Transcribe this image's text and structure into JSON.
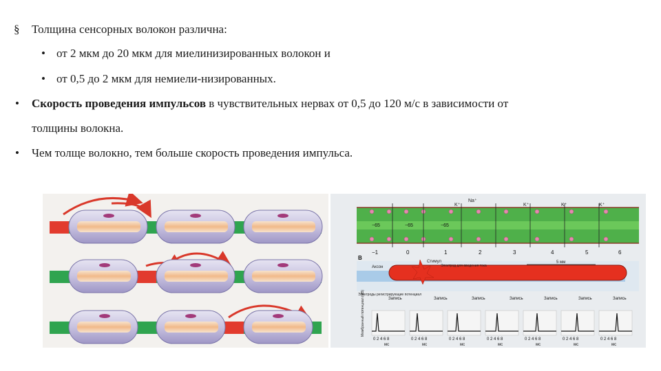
{
  "text": {
    "line1": "Толщина сенсорных волокон различна:",
    "line2": "от 2 мкм до 20 мкм для миелинизированных волокон и",
    "line3": "от 0,5 до 2 мкм для немиели-низированных.",
    "line4_bold": "Скорость проведения импульсов",
    "line4_rest": " в чувствительных нервах от 0,5 до 120 м/с в зависимости от",
    "line5": "толщины волокна.",
    "line6": "Чем толще  волокно,  тем  больше скорость проведения  импульса."
  },
  "bullets": {
    "square": "§",
    "dot": "•"
  },
  "figure_right": {
    "ion_na": "Na⁺",
    "ion_k": "K⁺",
    "potentials": [
      "−65",
      "−65",
      "−65"
    ],
    "scale": [
      "−1",
      "0",
      "1",
      "2",
      "3",
      "4",
      "5",
      "6"
    ],
    "panel_label": "В",
    "axon_label": "Аксон",
    "stimul_label": "Стимул",
    "electrode_label": "Электрод для введения тока",
    "distance_label": "5 мм",
    "recording_label": "Электроды регистрирующие потенциал",
    "record_word": "Запись",
    "ylabel": "Мембранный потенциал (мВ)",
    "ms_label": "мс",
    "ticks": "0 2 4 6 8"
  },
  "colors": {
    "membrane_green": "#4fb04a",
    "axon_red": "#e5301f",
    "myelin_blue": "#a9cbe8",
    "arrow_red": "#d9382a",
    "node_red": "#e23b2e",
    "node_green": "#2fa44f"
  }
}
